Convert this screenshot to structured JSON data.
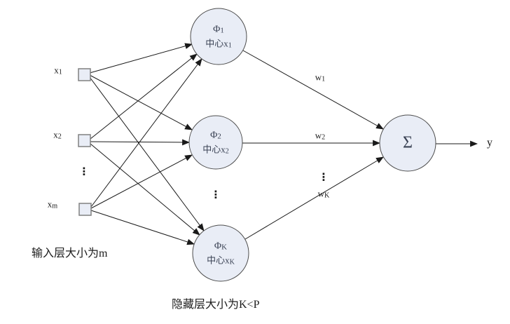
{
  "diagram": {
    "colors": {
      "background": "#ffffff",
      "node_fill": "#e9edf6",
      "node_border": "#4d4d4d",
      "square_border": "#808080",
      "edge": "#1a1a1a",
      "node_text": "#3a4254",
      "label_text": "#1c1c1c"
    },
    "input_layer": {
      "nodes": [
        {
          "base": "x",
          "sub": "1"
        },
        {
          "base": "x",
          "sub": "2"
        },
        {
          "base": "x",
          "sub": "m"
        }
      ],
      "ellipsis": "⋮",
      "caption": "输入层大小为m"
    },
    "hidden_layer": {
      "nodes": [
        {
          "phi": "Φ",
          "phi_sub": "1",
          "center": "中心x",
          "center_sub": "1"
        },
        {
          "phi": "Φ",
          "phi_sub": "2",
          "center": "中心x",
          "center_sub": "2"
        },
        {
          "phi": "Φ",
          "phi_sub": "K",
          "center": "中心x",
          "center_sub": "K"
        }
      ],
      "ellipsis": "⋮",
      "caption": "隐藏层大小为K<P"
    },
    "weights": {
      "labels": [
        {
          "base": "w",
          "sub": "1"
        },
        {
          "base": "w",
          "sub": "2"
        },
        {
          "base": "w",
          "sub": "K"
        }
      ],
      "ellipsis": "⋮"
    },
    "output_layer": {
      "sum_symbol": "Σ",
      "output_label": "y"
    }
  }
}
